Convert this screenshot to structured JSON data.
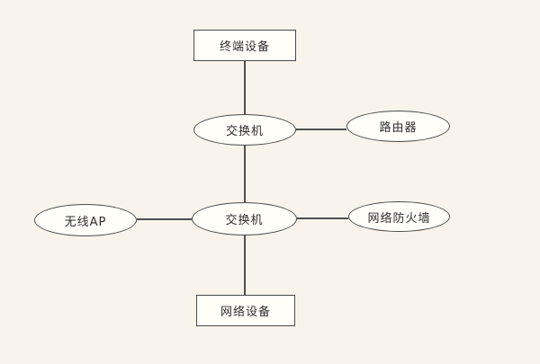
{
  "diagram": {
    "title": "network-topology-diagram",
    "colors": {
      "background": "#f8f4ec",
      "node_fill": "#fffef9",
      "stroke": "#4a4a4a",
      "text": "#2e2e2e"
    },
    "nodes": [
      {
        "id": "terminal-device",
        "label": "终端设备",
        "shape": "rect"
      },
      {
        "id": "switch-top",
        "label": "交换机",
        "shape": "ellipse"
      },
      {
        "id": "router",
        "label": "路由器",
        "shape": "ellipse"
      },
      {
        "id": "wireless-ap",
        "label": "无线AP",
        "shape": "ellipse"
      },
      {
        "id": "switch-center",
        "label": "交换机",
        "shape": "ellipse"
      },
      {
        "id": "firewall",
        "label": "网络防火墙",
        "shape": "ellipse"
      },
      {
        "id": "network-device",
        "label": "网络设备",
        "shape": "rect"
      }
    ],
    "edges": [
      {
        "from": "terminal-device",
        "to": "switch-top"
      },
      {
        "from": "switch-top",
        "to": "router"
      },
      {
        "from": "switch-top",
        "to": "switch-center"
      },
      {
        "from": "wireless-ap",
        "to": "switch-center"
      },
      {
        "from": "switch-center",
        "to": "firewall"
      },
      {
        "from": "switch-center",
        "to": "network-device"
      }
    ]
  }
}
